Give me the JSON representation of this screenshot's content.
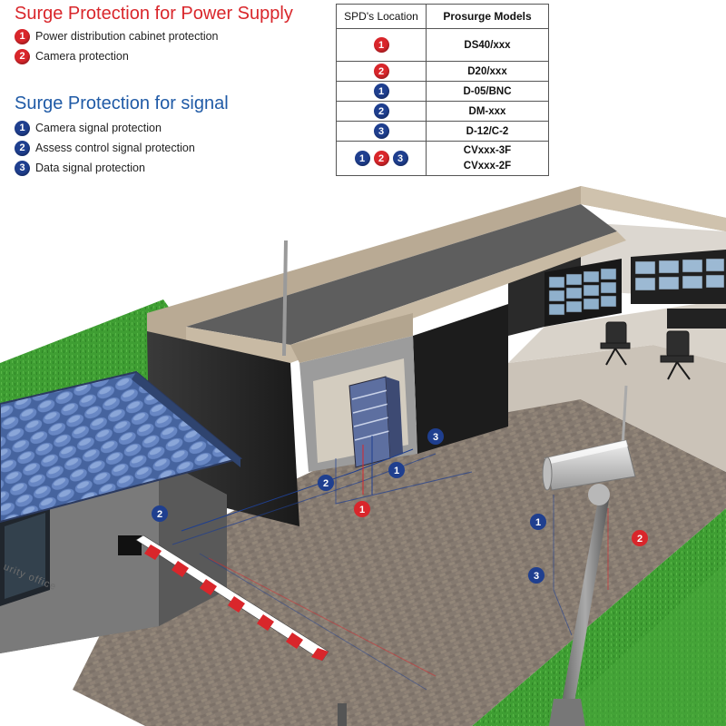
{
  "power": {
    "title": "Surge Protection for Power Supply",
    "title_color": "#d9262b",
    "items": [
      {
        "num": "1",
        "label": "Power distribution cabinet protection"
      },
      {
        "num": "2",
        "label": "Camera protection"
      }
    ]
  },
  "signal": {
    "title": "Surge Protection for signal",
    "title_color": "#1f5aa6",
    "items": [
      {
        "num": "1",
        "label": "Camera signal protection"
      },
      {
        "num": "2",
        "label": "Assess control signal protection"
      },
      {
        "num": "3",
        "label": "Data signal protection"
      }
    ]
  },
  "table": {
    "headers": {
      "location": "SPD's Location",
      "models": "Prosurge Models"
    },
    "rows": [
      {
        "badges": [
          {
            "n": "1",
            "c": "red"
          }
        ],
        "model": "DS40/xxx"
      },
      {
        "badges": [
          {
            "n": "2",
            "c": "red"
          }
        ],
        "model": "D20/xxx"
      },
      {
        "badges": [
          {
            "n": "1",
            "c": "blue"
          }
        ],
        "model": "D-05/BNC"
      },
      {
        "badges": [
          {
            "n": "2",
            "c": "blue"
          }
        ],
        "model": "DM-xxx"
      },
      {
        "badges": [
          {
            "n": "3",
            "c": "blue"
          }
        ],
        "model": "D-12/C-2"
      },
      {
        "badges": [
          {
            "n": "1",
            "c": "blue"
          },
          {
            "n": "2",
            "c": "red"
          },
          {
            "n": "3",
            "c": "blue"
          }
        ],
        "model": "CVxxx-3F",
        "model2": "CVxxx-2F"
      }
    ]
  },
  "scene": {
    "office_sign": "urity office",
    "markers": {
      "m_cab_power": "1",
      "m_cab_sig1": "1",
      "m_cab_sig2": "2",
      "m_cab_sig3": "3",
      "m_booth_sig2": "2",
      "m_pole_sig1": "1",
      "m_pole_sig3": "3",
      "m_pole_power2": "2"
    }
  },
  "colors": {
    "red": "#d9262b",
    "blue": "#1f3f8f",
    "grass": "#3f9e33",
    "pavement": "#8a7f75",
    "roof_tiles": "#4f6fb0"
  }
}
